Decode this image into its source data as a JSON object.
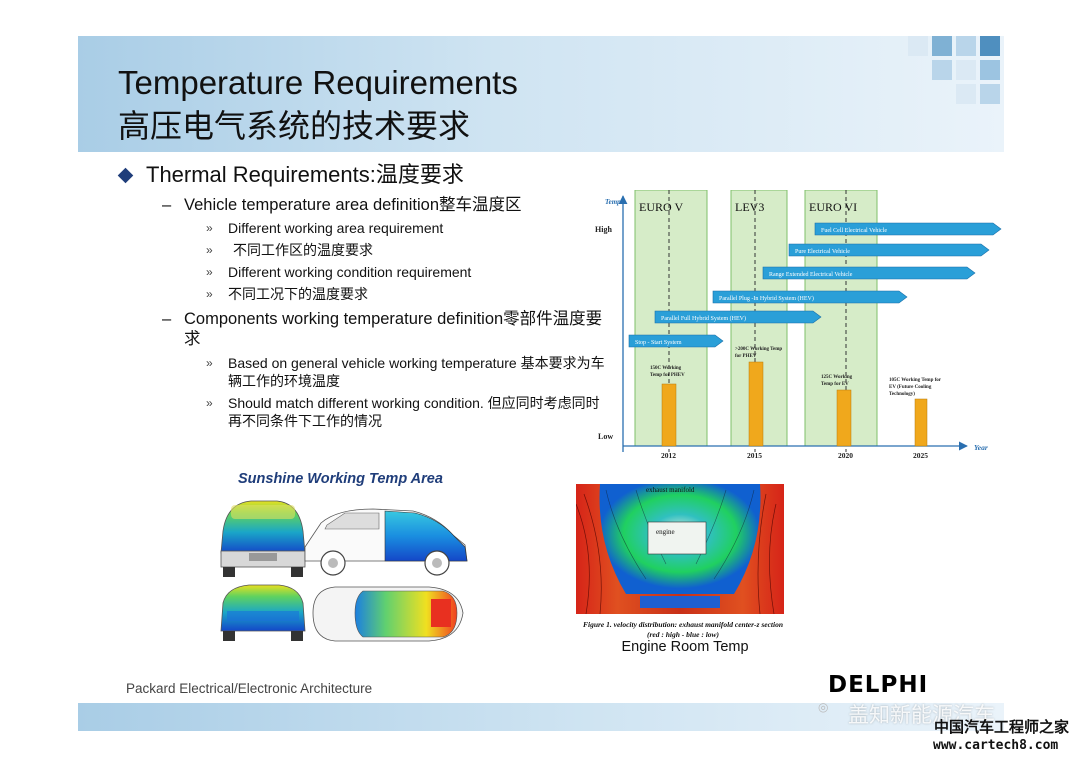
{
  "title": {
    "en": "Temperature Requirements",
    "cn": "高压电气系统的技术要求"
  },
  "bullets": {
    "main": "Thermal Requirements:温度要求",
    "vehicle": {
      "text": "Vehicle temperature area definition整车温度区",
      "items": [
        "Different working area requirement",
        "不同工作区的温度要求",
        "Different working condition requirement",
        "不同工况下的温度要求"
      ]
    },
    "components": {
      "text": "Components working temperature definition零部件温度要求",
      "items": [
        "Based on general vehicle working temperature 基本要求为车辆工作的环境温度",
        "Should match different working condition. 但应同时考虑同时再不同条件下工作的情况"
      ]
    }
  },
  "timeline": {
    "axis": {
      "temp": "Temp",
      "high": "High",
      "low": "Low",
      "year": "Year"
    },
    "standards": [
      "EURO V",
      "LEV3",
      "EURO VI"
    ],
    "years": [
      "2012",
      "2015",
      "2020",
      "2025"
    ],
    "arrows": [
      "Fuel Cell Electrical Vehicle",
      "Pure Electrical Vehicle",
      "Range Extended Electrical Vehicle",
      "Parallel Plug -In Hybrid System (HEV)",
      "Parallel Full Hybrid System (HEV)",
      "Stop - Start System"
    ],
    "bars": [
      {
        "year": "2012",
        "label1": "150C Working",
        "label2": "Temp for PHEV"
      },
      {
        "year": "2015",
        "label1": ">200C Working Temp",
        "label2": "for PHEV"
      },
      {
        "year": "2020",
        "label1": "125C Working",
        "label2": "Temp for EV"
      },
      {
        "year": "2025",
        "label1": "105C Working Temp for",
        "label2": "EV (Future Cooling",
        "label3": "Technology)"
      }
    ]
  },
  "sunshine_title": "Sunshine Working Temp Area",
  "engine": {
    "exhaust_label": "exhaust manifold",
    "engine_label": "engine",
    "caption": "Figure 1. velocity distribution: exhaust manifold center-z section (red : high - blue : low)",
    "title": "Engine Room Temp"
  },
  "footer": {
    "architecture": "Packard Electrical/Electronic Architecture",
    "logo": "DELPHI"
  },
  "watermark": {
    "line1": "盖知新能源汽车",
    "line2": "中国汽车工程师之家",
    "line3": "www.cartech8.com"
  },
  "colors": {
    "header_band": "#a9cde6",
    "green_zone": "#d6ecc8",
    "arrow_blue": "#2a9fd8",
    "bar_orange": "#f0a81c",
    "title_blue": "#1f3d7a"
  }
}
